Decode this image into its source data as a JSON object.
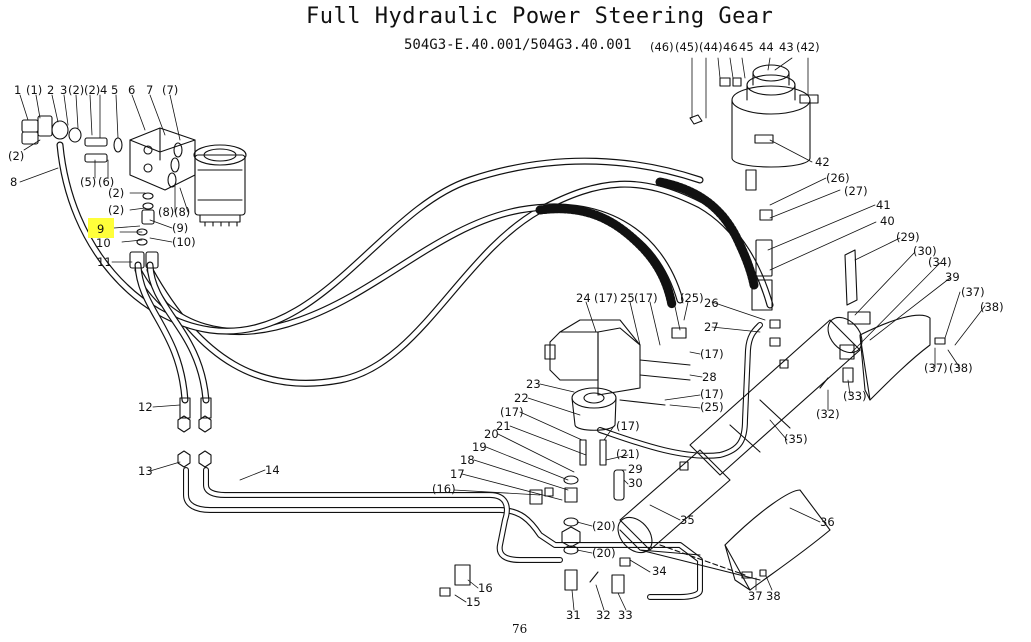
{
  "title": "Full Hydraulic Power Steering Gear",
  "model_code": "504G3-E.40.001/504G3.40.001",
  "page_number": "76",
  "highlight_color": "#ffff3a",
  "line_color": "#111111",
  "callouts": [
    {
      "id": "c1",
      "text": "1"
    },
    {
      "id": "c1p",
      "text": "(1)"
    },
    {
      "id": "c2",
      "text": "2"
    },
    {
      "id": "c3",
      "text": "3"
    },
    {
      "id": "c2p",
      "text": "(2)"
    },
    {
      "id": "c2p2",
      "text": "(2)"
    },
    {
      "id": "c4",
      "text": "4"
    },
    {
      "id": "c5",
      "text": "5"
    },
    {
      "id": "c6",
      "text": "6"
    },
    {
      "id": "c7",
      "text": "7"
    },
    {
      "id": "c7p",
      "text": "(7)"
    },
    {
      "id": "c2p3",
      "text": "(2)"
    },
    {
      "id": "c8",
      "text": "8"
    },
    {
      "id": "c5p",
      "text": "(5)"
    },
    {
      "id": "c6p",
      "text": "(6)"
    },
    {
      "id": "c2p4",
      "text": "(2)"
    },
    {
      "id": "c2p5",
      "text": "(2)"
    },
    {
      "id": "c8p",
      "text": "(8)"
    },
    {
      "id": "c8p2",
      "text": "(8)"
    },
    {
      "id": "c9",
      "text": "9"
    },
    {
      "id": "c9p",
      "text": "(9)"
    },
    {
      "id": "c10",
      "text": "10"
    },
    {
      "id": "c10p",
      "text": "(10)"
    },
    {
      "id": "c11",
      "text": "11"
    },
    {
      "id": "c12",
      "text": "12"
    },
    {
      "id": "c13",
      "text": "13"
    },
    {
      "id": "c14",
      "text": "14"
    },
    {
      "id": "c46p",
      "text": "(46)"
    },
    {
      "id": "c45p",
      "text": "(45)"
    },
    {
      "id": "c44p",
      "text": "(44)"
    },
    {
      "id": "c46",
      "text": "46"
    },
    {
      "id": "c45",
      "text": "45"
    },
    {
      "id": "c44",
      "text": "44"
    },
    {
      "id": "c43",
      "text": "43"
    },
    {
      "id": "c42p",
      "text": "(42)"
    },
    {
      "id": "c42",
      "text": "42"
    },
    {
      "id": "c26p",
      "text": "(26)"
    },
    {
      "id": "c27p",
      "text": "(27)"
    },
    {
      "id": "c41",
      "text": "41"
    },
    {
      "id": "c40",
      "text": "40"
    },
    {
      "id": "c29p",
      "text": "(29)"
    },
    {
      "id": "c30p",
      "text": "(30)"
    },
    {
      "id": "c34p",
      "text": "(34)"
    },
    {
      "id": "c39",
      "text": "39"
    },
    {
      "id": "c37p",
      "text": "(37)"
    },
    {
      "id": "c38p",
      "text": "(38)"
    },
    {
      "id": "c37p2",
      "text": "(37)"
    },
    {
      "id": "c38p2",
      "text": "(38)"
    },
    {
      "id": "c33p",
      "text": "(33)"
    },
    {
      "id": "c32p",
      "text": "(32)"
    },
    {
      "id": "c35p",
      "text": "(35)"
    },
    {
      "id": "c24",
      "text": "24"
    },
    {
      "id": "c17p",
      "text": "(17)"
    },
    {
      "id": "c25",
      "text": "25"
    },
    {
      "id": "c17p2",
      "text": "(17)"
    },
    {
      "id": "c25p",
      "text": "(25)"
    },
    {
      "id": "c26",
      "text": "26"
    },
    {
      "id": "c27",
      "text": "27"
    },
    {
      "id": "c17p3",
      "text": "(17)"
    },
    {
      "id": "c28",
      "text": "28"
    },
    {
      "id": "c17p4",
      "text": "(17)"
    },
    {
      "id": "c25p2",
      "text": "(25)"
    },
    {
      "id": "c23",
      "text": "23"
    },
    {
      "id": "c22",
      "text": "22"
    },
    {
      "id": "c17p5",
      "text": "(17)"
    },
    {
      "id": "c21",
      "text": "21"
    },
    {
      "id": "c17p6",
      "text": "(17)"
    },
    {
      "id": "c20",
      "text": "20"
    },
    {
      "id": "c21p",
      "text": "(21)"
    },
    {
      "id": "c19",
      "text": "19"
    },
    {
      "id": "c29",
      "text": "29"
    },
    {
      "id": "c18",
      "text": "18"
    },
    {
      "id": "c30",
      "text": "30"
    },
    {
      "id": "c17",
      "text": "17"
    },
    {
      "id": "c16p",
      "text": "(16)"
    },
    {
      "id": "c35",
      "text": "35"
    },
    {
      "id": "c36",
      "text": "36"
    },
    {
      "id": "c20p",
      "text": "(20)"
    },
    {
      "id": "c20p2",
      "text": "(20)"
    },
    {
      "id": "c34",
      "text": "34"
    },
    {
      "id": "c16",
      "text": "16"
    },
    {
      "id": "c15",
      "text": "15"
    },
    {
      "id": "c31",
      "text": "31"
    },
    {
      "id": "c32",
      "text": "32"
    },
    {
      "id": "c33",
      "text": "33"
    },
    {
      "id": "c37",
      "text": "37"
    },
    {
      "id": "c38",
      "text": "38"
    }
  ]
}
